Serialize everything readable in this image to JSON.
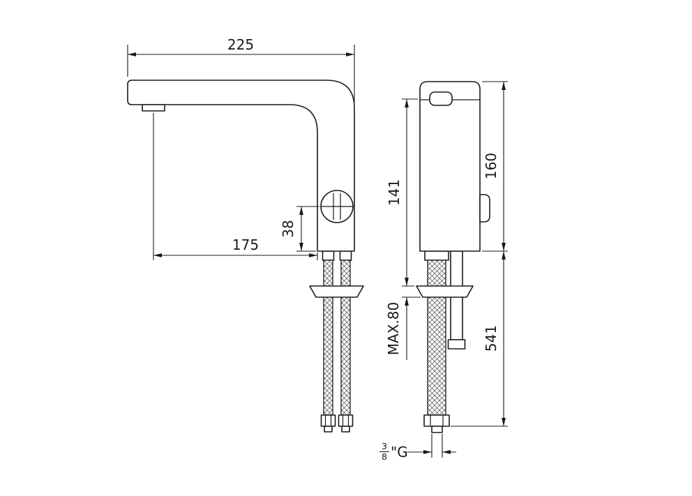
{
  "drawing": {
    "background": "#ffffff",
    "line_color": "#1a1a1a",
    "labels": {
      "spout_reach": "225",
      "spout_projection": "175",
      "handle_to_base": "38",
      "body_to_flange": "141",
      "body_height": "160",
      "max_deck_thickness": "MAX.80",
      "hose_length": "541",
      "thread_numerator": "3",
      "thread_denominator": "8",
      "thread_size_suffix": "\"G"
    }
  }
}
